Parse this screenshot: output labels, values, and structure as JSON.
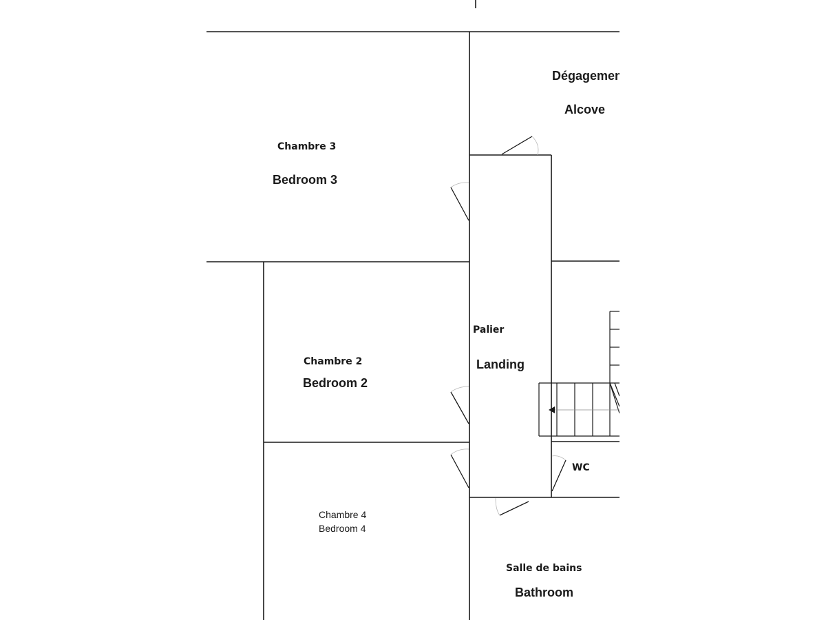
{
  "rooms": {
    "bedroom3": {
      "fr": "Chambre 3",
      "en": "Bedroom 3"
    },
    "degagement": {
      "fr": "Dégagement",
      "en": "Alcove"
    },
    "bedroom2": {
      "fr": "Chambre 2",
      "en": "Bedroom 2"
    },
    "landing": {
      "fr": "Palier",
      "en": "Landing"
    },
    "wc": {
      "fr": "WC"
    },
    "bedroom4": {
      "fr": "Chambre 4",
      "en": "Bedroom 4"
    },
    "bathroom": {
      "fr": "Salle de bains",
      "en": "Bathroom"
    }
  },
  "colors": {
    "wall": "#1a1a1a",
    "background": "#ffffff"
  }
}
